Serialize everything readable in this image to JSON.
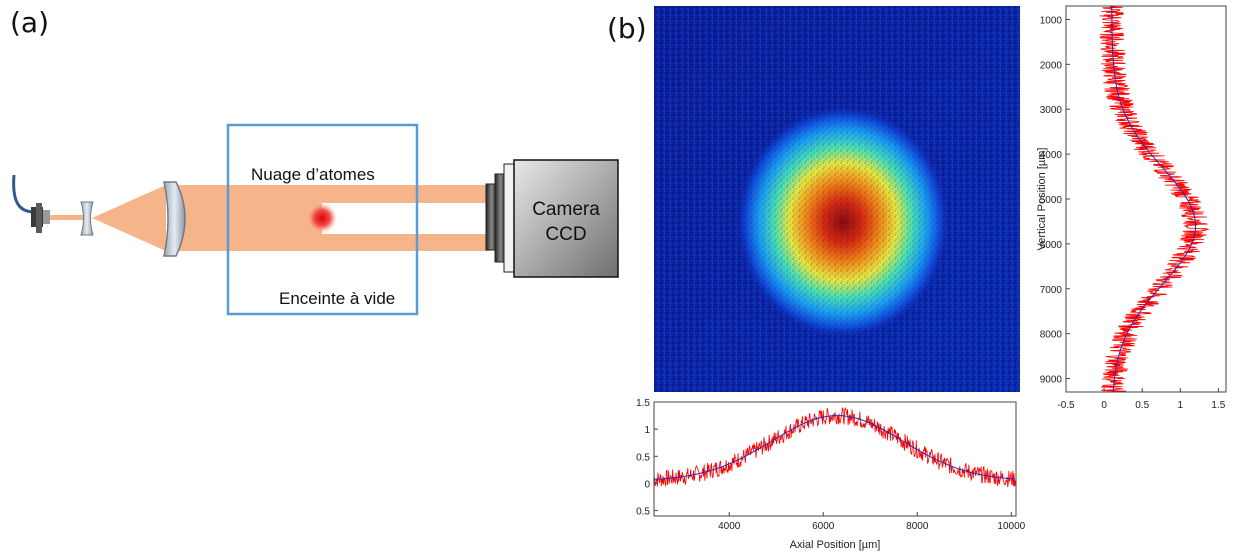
{
  "panel_a": {
    "label": "(a)",
    "cloud_label": "Nuage d’atomes",
    "chamber_label": "Enceinte à vide",
    "camera_line1": "Camera",
    "camera_line2": "CCD"
  },
  "panel_b": {
    "label": "(b)"
  },
  "colors": {
    "beam": "#f5b48a",
    "chamber": "#5b9bd5",
    "data": "#ff0000",
    "fit": "#1f2dbd",
    "fiber": "#2f5b8a"
  },
  "chart_data": [
    {
      "type": "heatmap",
      "description_shown": "absorption image of atom cloud",
      "colormap": "jet",
      "peak_center": [
        6400,
        5600
      ]
    },
    {
      "type": "line",
      "xlabel": "Axial Position [µm]",
      "ylabel": "",
      "xlim": [
        2400,
        10100
      ],
      "ylim": [
        -0.6,
        1.5
      ],
      "xticks": [
        "4000",
        "6000",
        "8000",
        "10000"
      ],
      "yticks": [
        "1.5",
        "1",
        "0.5",
        "0",
        "0.5"
      ],
      "fit": {
        "amplitude": 1.2,
        "center": 6300,
        "sigma": 1400,
        "offset": 0.05
      }
    },
    {
      "type": "line",
      "orientation": "vertical",
      "xlabel": "",
      "ylabel": "Vertical Position [µm]",
      "xlim": [
        -0.5,
        1.6
      ],
      "ylim": [
        700,
        9300
      ],
      "xticks": [
        "-0.5",
        "0",
        "0.5",
        "1",
        "1.5"
      ],
      "yticks": [
        "1000",
        "2000",
        "3000",
        "4000",
        "5000",
        "6000",
        "7000",
        "8000",
        "9000"
      ],
      "fit": {
        "amplitude": 1.1,
        "center": 5600,
        "sigma": 1300,
        "offset": 0.1
      }
    }
  ]
}
